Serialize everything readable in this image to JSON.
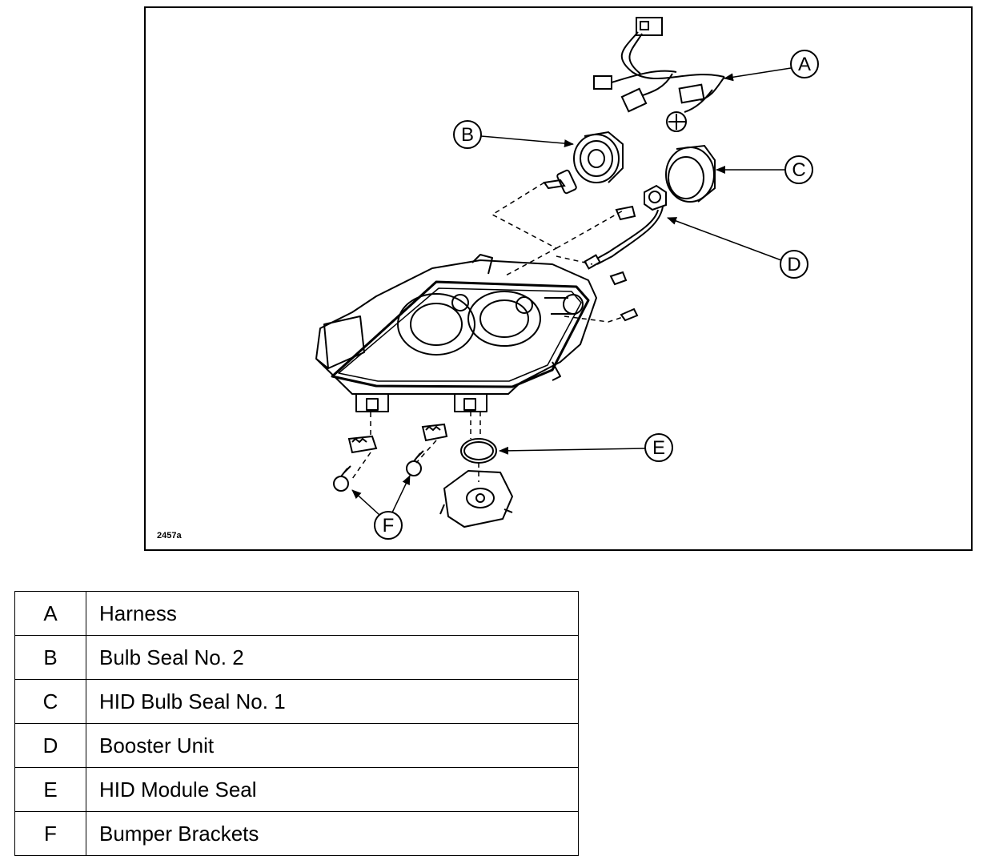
{
  "figure": {
    "id": "2457a",
    "callouts": [
      "A",
      "B",
      "C",
      "D",
      "E",
      "F"
    ]
  },
  "legend": [
    {
      "key": "A",
      "label": "Harness"
    },
    {
      "key": "B",
      "label": "Bulb Seal No. 2"
    },
    {
      "key": "C",
      "label": "HID Bulb Seal No. 1"
    },
    {
      "key": "D",
      "label": "Booster Unit"
    },
    {
      "key": "E",
      "label": "HID Module Seal"
    },
    {
      "key": "F",
      "label": "Bumper Brackets"
    }
  ]
}
